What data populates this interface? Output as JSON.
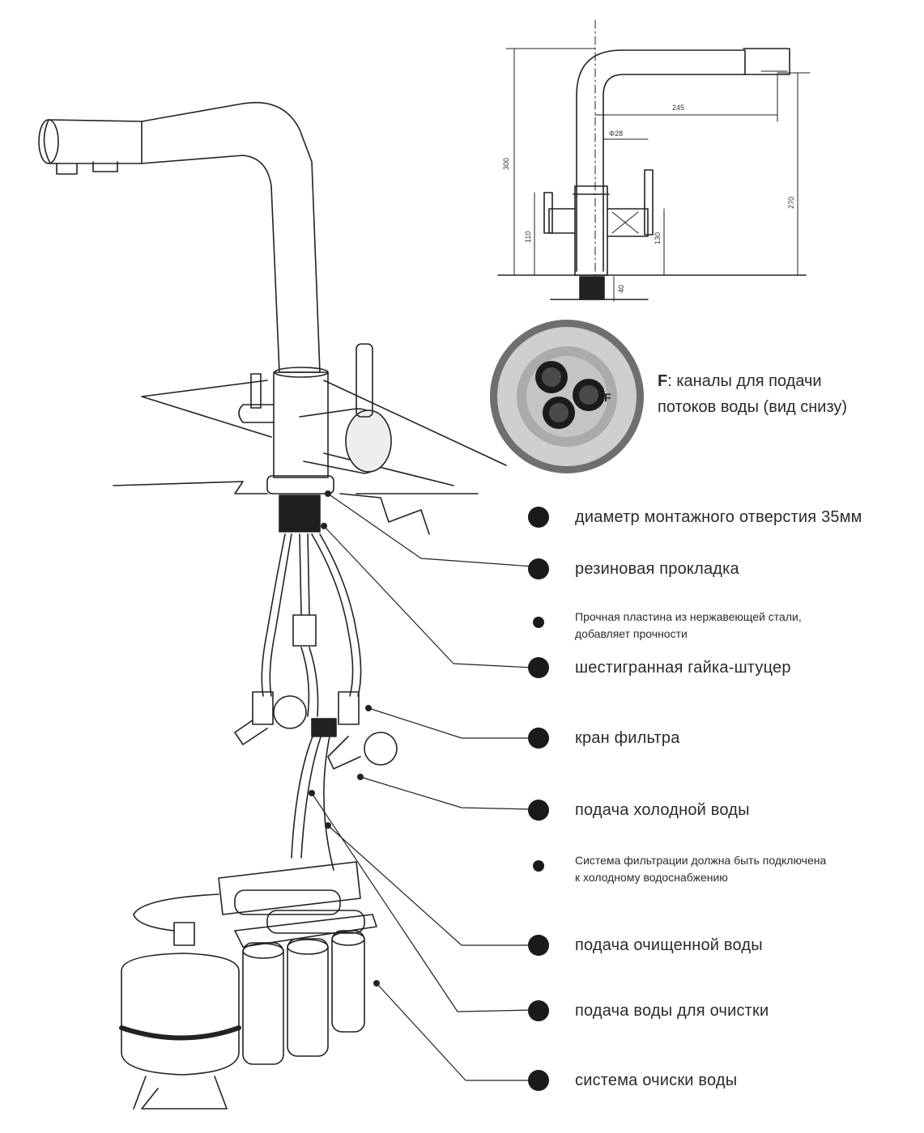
{
  "dimensions": {
    "d245": "245",
    "d28": "Φ28",
    "d300": "300",
    "d270": "270",
    "d110": "110",
    "d130": "130",
    "d40": "40"
  },
  "bottom_view": {
    "letter": "F",
    "caption_line1": ": каналы для подачи",
    "caption_line2": "потоков воды (вид снизу)",
    "port_letter": "F"
  },
  "callouts": [
    {
      "text": "диаметр монтажного отверстия 35мм"
    },
    {
      "text": "резиновая прокладка"
    },
    {
      "text_line1": "Прочная пластина из нержавеющей стали,",
      "text_line2": "добавляет прочности"
    },
    {
      "text": "шестигранная гайка-штуцер"
    },
    {
      "text": "кран фильтра"
    },
    {
      "text": "подача холодной воды"
    },
    {
      "text_line1": "Система фильтрации должна быть подключена",
      "text_line2": "к холодному водоснабжению"
    },
    {
      "text": "подача очищенной воды"
    },
    {
      "text": "подача воды для очистки"
    },
    {
      "text": "система очиски воды"
    }
  ]
}
